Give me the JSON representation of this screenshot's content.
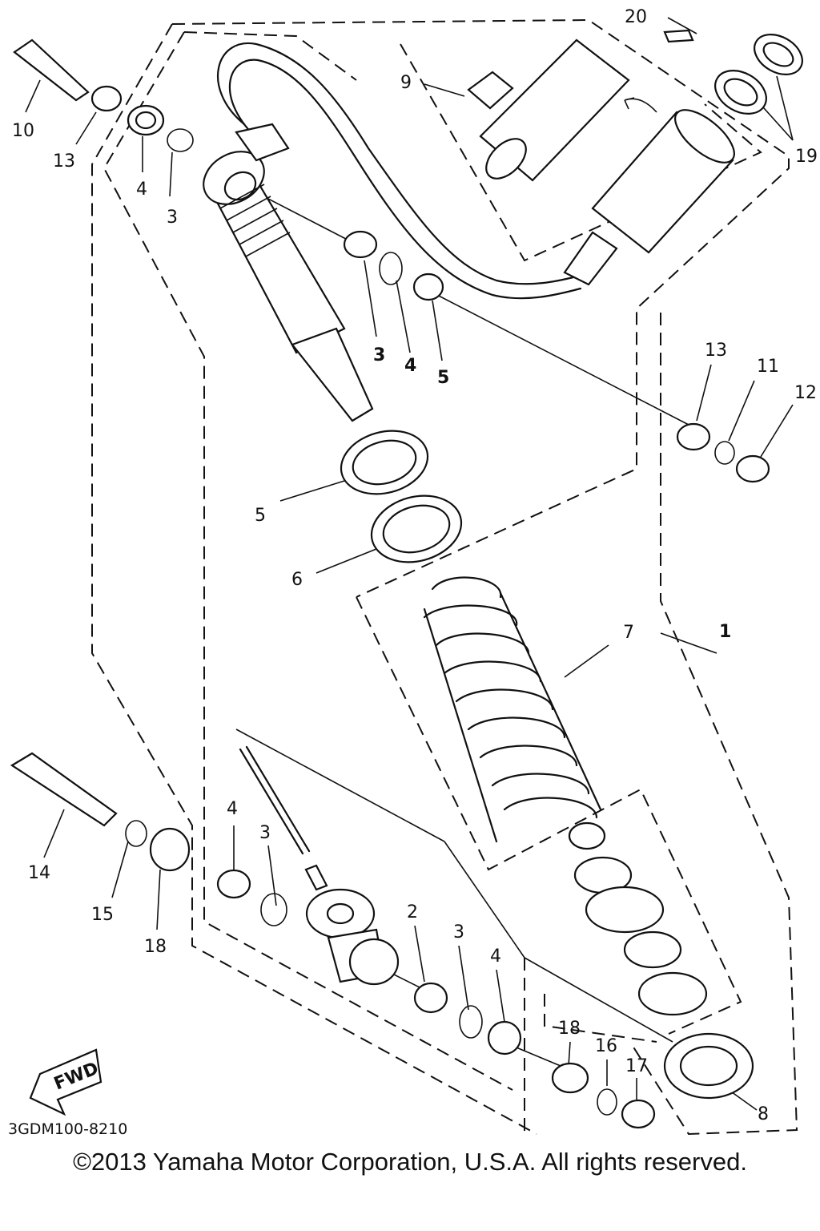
{
  "diagram": {
    "drawing_code": "3GDM100-8210",
    "copyright": "©2013 Yamaha Motor Corporation, U.S.A. All rights reserved.",
    "fwd_badge": "FWD",
    "callouts": {
      "c20": "20",
      "c9": "9",
      "c10": "10",
      "c13a": "13",
      "c4a": "4",
      "c3a": "3",
      "c19": "19",
      "c3b": "3",
      "c4b": "4",
      "c5a": "5",
      "c13b": "13",
      "c11": "11",
      "c12": "12",
      "c5b": "5",
      "c6": "6",
      "c7": "7",
      "c1": "1",
      "c14": "14",
      "c15": "15",
      "c18a": "18",
      "c4c": "4",
      "c3c": "3",
      "c2": "2",
      "c3d": "3",
      "c4d": "4",
      "c18b": "18",
      "c16": "16",
      "c17": "17",
      "c8": "8"
    }
  }
}
